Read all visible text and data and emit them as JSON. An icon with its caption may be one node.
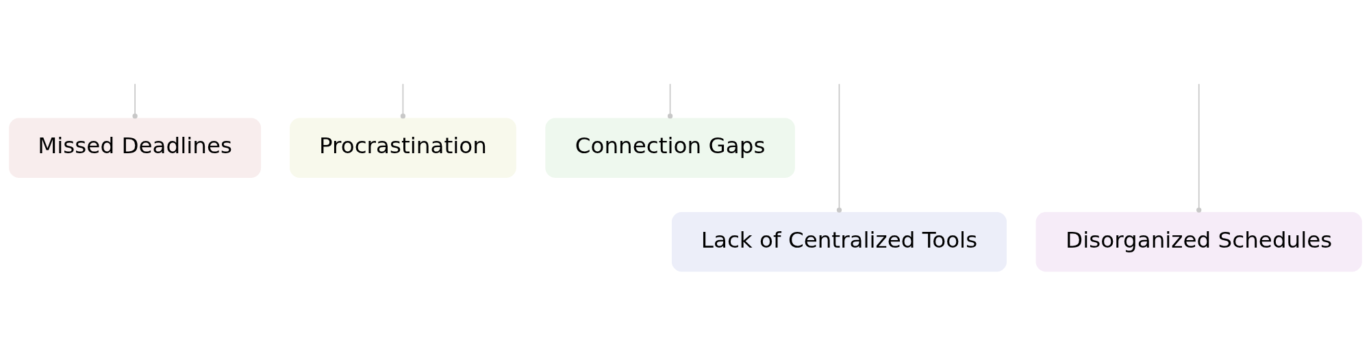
{
  "diagram": {
    "nodes": [
      {
        "text": [
          "Missed Deadlines"
        ]
      },
      {
        "text": [
          "Procrastination"
        ]
      },
      {
        "text": [
          "Connection Gaps"
        ]
      },
      {
        "text": [
          "Lack of Centralized Tools"
        ]
      },
      {
        "text": [
          "Disorganized Schedules"
        ]
      }
    ],
    "edges": [
      {
        "from": null,
        "to": 0,
        "arrow": "other"
      },
      {
        "from": null,
        "to": 3,
        "arrow": "other"
      },
      {
        "from": null,
        "to": 1,
        "arrow": "other"
      },
      {
        "from": null,
        "to": 4,
        "arrow": "other"
      },
      {
        "from": null,
        "to": 2,
        "arrow": "other"
      }
    ]
  }
}
